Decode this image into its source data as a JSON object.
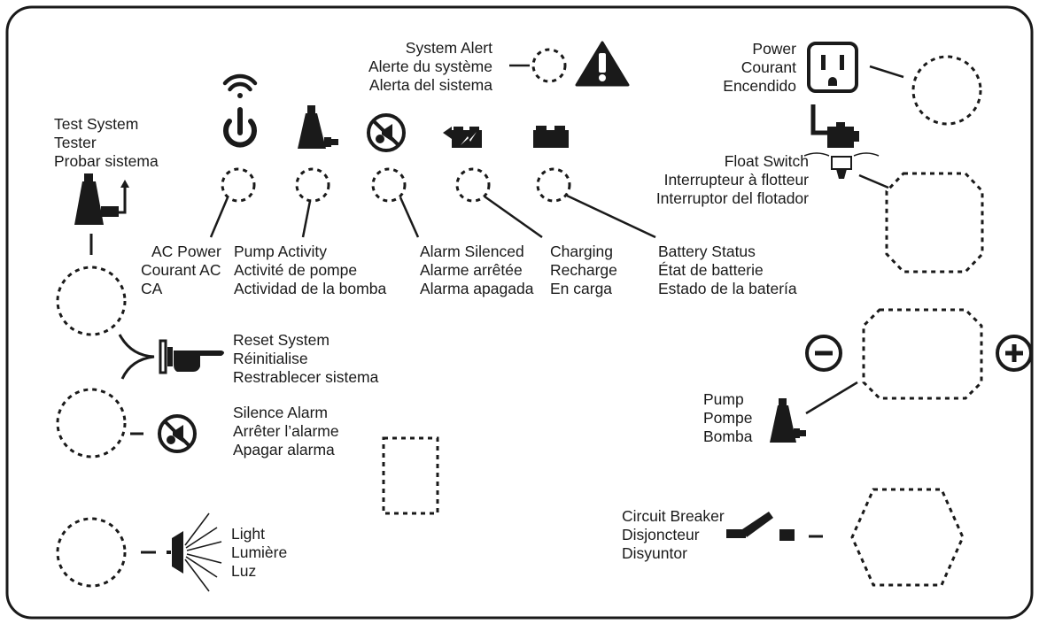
{
  "labels": {
    "system_alert": [
      "System Alert",
      "Alerte du système",
      "Alerta del sistema"
    ],
    "power": [
      "Power",
      "Courant",
      "Encendido"
    ],
    "test_system": [
      "Test System",
      "Tester",
      "Probar sistema"
    ],
    "float_switch": [
      "Float Switch",
      "Interrupteur à flotteur",
      "Interruptor del flotador"
    ],
    "ac_power": [
      "AC Power",
      "Courant AC",
      "CA"
    ],
    "pump_activity": [
      "Pump Activity",
      "Activité de pompe",
      "Actividad de la bomba"
    ],
    "alarm_silenced": [
      "Alarm Silenced",
      "Alarme arrêtée",
      "Alarma apagada"
    ],
    "charging": [
      "Charging",
      "Recharge",
      "En carga"
    ],
    "battery_status": [
      "Battery Status",
      "État de batterie",
      "Estado de la batería"
    ],
    "reset_system": [
      "Reset System",
      "Réinitialise",
      "Restrablecer sistema"
    ],
    "silence_alarm": [
      "Silence Alarm",
      "Arrêter l’alarme",
      "Apagar alarma"
    ],
    "light": [
      "Light",
      "Lumière",
      "Luz"
    ],
    "pump": [
      "Pump",
      "Pompe",
      "Bomba"
    ],
    "circuit_breaker": [
      "Circuit Breaker",
      "Disjoncteur",
      "Disyuntor"
    ]
  },
  "colors": {
    "ink": "#1a1a1a",
    "background": "#ffffff"
  }
}
